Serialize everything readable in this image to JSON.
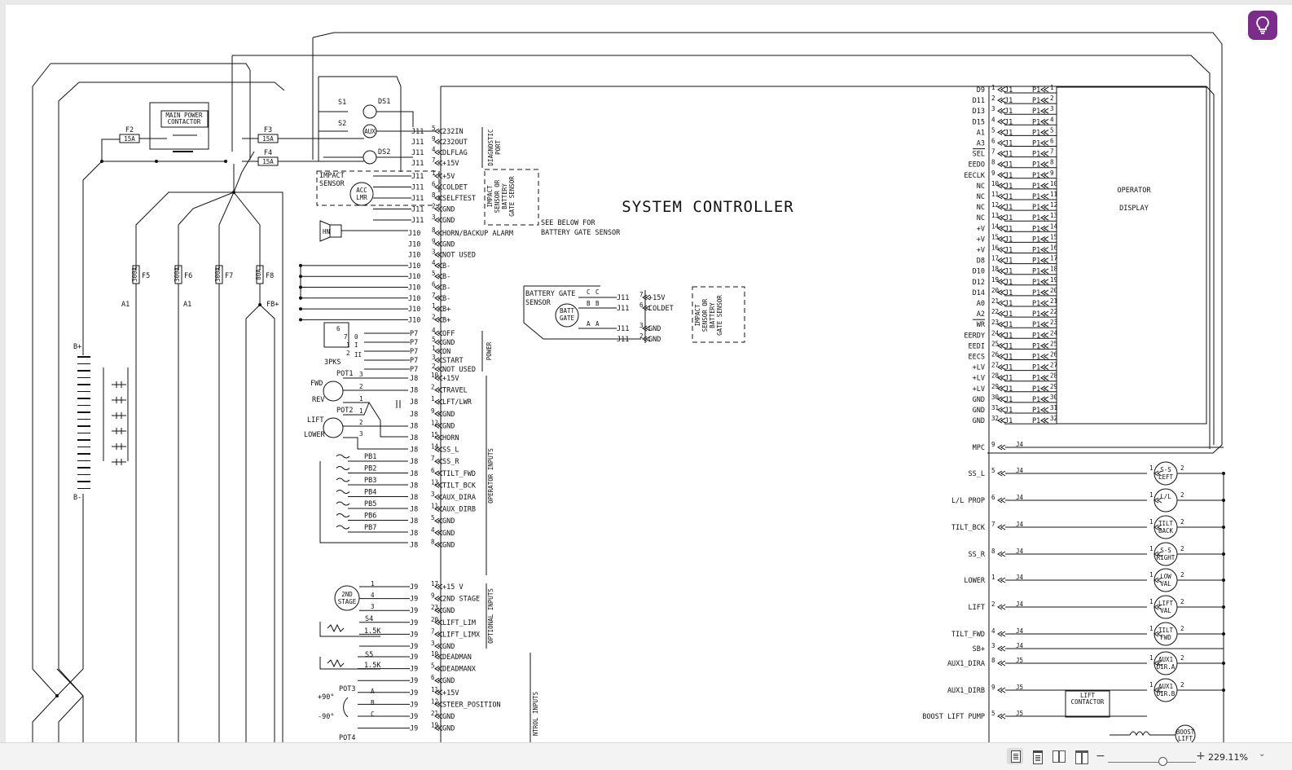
{
  "title": "SYSTEM CONTROLLER",
  "operator_display": {
    "line1": "OPERATOR",
    "line2": "DISPLAY"
  },
  "power_section": {
    "main_contactor": [
      "MAIN POWER",
      "CONTACTOR"
    ],
    "fuses": [
      {
        "id": "F2",
        "rating": "15A"
      },
      {
        "id": "F3",
        "rating": "15A"
      },
      {
        "id": "F4",
        "rating": "15A"
      },
      {
        "id": "F5",
        "rating": "300A"
      },
      {
        "id": "F6",
        "rating": "300A"
      },
      {
        "id": "F7",
        "rating": "300A"
      },
      {
        "id": "F8",
        "rating": "80A"
      }
    ],
    "labels": {
      "a1": "A1",
      "b_plus": "B+",
      "b_minus": "B-",
      "fb_plus": "FB+"
    }
  },
  "diagnostic": {
    "switches": [
      "S1",
      "S2"
    ],
    "lamps": [
      "DS1",
      "DS2"
    ],
    "aux": "AUX",
    "pins": [
      {
        "conn": "J11",
        "pin": "5",
        "signal": "232IN"
      },
      {
        "conn": "J11",
        "pin": "9",
        "signal": "232OUT"
      },
      {
        "conn": "J11",
        "pin": "4",
        "signal": "DLFLAG"
      },
      {
        "conn": "J11",
        "pin": "7",
        "signal": "+15V"
      }
    ],
    "group": [
      "DIAGNOSTIC",
      "PORT"
    ]
  },
  "impact": {
    "sensor_label": [
      "IMPACT",
      "SENSOR"
    ],
    "acc": [
      "ACC",
      "LMR"
    ],
    "pins": [
      {
        "conn": "J11",
        "pin": "1",
        "signal": "+5V"
      },
      {
        "conn": "J11",
        "pin": "6",
        "signal": "COLDET"
      },
      {
        "conn": "J11",
        "pin": "8",
        "signal": "SELFTEST"
      },
      {
        "conn": "J11",
        "pin": "2",
        "signal": "GND"
      },
      {
        "conn": "J11",
        "pin": "3",
        "signal": "GND"
      }
    ],
    "group": [
      "IMPACT",
      "SENSOR OR",
      "BATTERY",
      "GATE SENSOR"
    ],
    "see_below": [
      "SEE BELOW FOR",
      "BATTERY GATE SENSOR"
    ]
  },
  "horn_pins": [
    {
      "conn": "J10",
      "pin": "8",
      "signal": "HORN/BACKUP ALARM"
    },
    {
      "conn": "J10",
      "pin": "9",
      "signal": "GND"
    },
    {
      "conn": "J10",
      "pin": "3",
      "signal": "NOT USED"
    },
    {
      "conn": "J10",
      "pin": "4",
      "signal": "B-"
    },
    {
      "conn": "J10",
      "pin": "5",
      "signal": "B-"
    },
    {
      "conn": "J10",
      "pin": "6",
      "signal": "B-"
    },
    {
      "conn": "J10",
      "pin": "7",
      "signal": "B-"
    },
    {
      "conn": "J10",
      "pin": "1",
      "signal": "B+"
    },
    {
      "conn": "J10",
      "pin": "2",
      "signal": "B+"
    }
  ],
  "horn_label": "HN",
  "keyswitch": {
    "label": "3PKS",
    "positions": [
      "6",
      "7",
      "0",
      "1",
      "I",
      "2",
      "II"
    ],
    "pins": [
      {
        "conn": "P7",
        "pin": "4",
        "signal": "OFF"
      },
      {
        "conn": "P7",
        "pin": "5",
        "signal": "GND"
      },
      {
        "conn": "P7",
        "pin": "1",
        "signal": "ON"
      },
      {
        "conn": "P7",
        "pin": "3",
        "signal": "START"
      },
      {
        "conn": "P7",
        "pin": "2",
        "signal": "NOT USED"
      }
    ],
    "group": "POWER"
  },
  "battery_gate": {
    "label": [
      "BATTERY GATE",
      "SENSOR"
    ],
    "device": [
      "BATT",
      "GATE"
    ],
    "letters": [
      "C",
      "C",
      "B",
      "B",
      "A",
      "A"
    ],
    "pins": [
      {
        "conn": "J11",
        "pin": "7",
        "signal": "+15V"
      },
      {
        "conn": "J11",
        "pin": "6",
        "signal": "COLDET"
      },
      {
        "conn": "J11",
        "pin": "3",
        "signal": "GND"
      },
      {
        "conn": "J11",
        "pin": "2",
        "signal": "GND"
      }
    ],
    "group": [
      "IMPACT",
      "SENSOR OR",
      "BATTERY",
      "GATE SENSOR"
    ]
  },
  "operator_inputs": {
    "pots": [
      {
        "id": "POT1",
        "labels": [
          "FWD",
          "REV"
        ],
        "pins": [
          "3",
          "2",
          "1"
        ]
      },
      {
        "id": "POT2",
        "labels": [
          "LIFT",
          "LOWER"
        ],
        "pins": [
          "1",
          "2",
          "3"
        ]
      }
    ],
    "buttons": [
      "PB1",
      "PB2",
      "PB3",
      "PB4",
      "PB5",
      "PB6",
      "PB7"
    ],
    "pins": [
      {
        "conn": "J8",
        "pin": "10",
        "signal": "+15V"
      },
      {
        "conn": "J8",
        "pin": "2",
        "signal": "TRAVEL"
      },
      {
        "conn": "J8",
        "pin": "1",
        "signal": "LFT/LWR"
      },
      {
        "conn": "J8",
        "pin": "9",
        "signal": "GND"
      },
      {
        "conn": "J8",
        "pin": "12",
        "signal": "GND"
      },
      {
        "conn": "J8",
        "pin": "15",
        "signal": "HORN"
      },
      {
        "conn": "J8",
        "pin": "14",
        "signal": "SS_L"
      },
      {
        "conn": "J8",
        "pin": "7",
        "signal": "SS_R"
      },
      {
        "conn": "J8",
        "pin": "6",
        "signal": "TILT_FWD"
      },
      {
        "conn": "J8",
        "pin": "13",
        "signal": "TILT_BCK"
      },
      {
        "conn": "J8",
        "pin": "3",
        "signal": "AUX_DIRA"
      },
      {
        "conn": "J8",
        "pin": "11",
        "signal": "AUX_DIRB"
      },
      {
        "conn": "J8",
        "pin": "5",
        "signal": "GND"
      },
      {
        "conn": "J8",
        "pin": "4",
        "signal": "GND"
      },
      {
        "conn": "J8",
        "pin": "8",
        "signal": "GND"
      }
    ],
    "group": "OPERATOR INPUTS"
  },
  "optional_inputs": {
    "stage": [
      "2ND",
      "STAGE"
    ],
    "s4": {
      "id": "S4",
      "value": "1.5K"
    },
    "pins": [
      {
        "conn": "J9",
        "pin": "17",
        "signal": "+15 V"
      },
      {
        "conn": "J9",
        "pin": "9",
        "signal": "2ND STAGE"
      },
      {
        "conn": "J9",
        "pin": "23",
        "signal": "GND"
      },
      {
        "conn": "J9",
        "pin": "20",
        "signal": "LIFT_LIM"
      },
      {
        "conn": "J9",
        "pin": "7",
        "signal": "LIFT_LIMX"
      },
      {
        "conn": "J9",
        "pin": "3",
        "signal": "GND"
      }
    ],
    "group": "OPTIONAL INPUTS"
  },
  "control_inputs": {
    "s5": {
      "id": "S5",
      "value": "1.5K"
    },
    "pot3": {
      "id": "POT3",
      "angles": [
        "+90°",
        "-90°"
      ],
      "letters": [
        "A",
        "B",
        "C"
      ]
    },
    "pot4": "POT4",
    "pins": [
      {
        "conn": "J9",
        "pin": "10",
        "signal": "DEADMAN"
      },
      {
        "conn": "J9",
        "pin": "5",
        "signal": "DEADMANX"
      },
      {
        "conn": "J9",
        "pin": "6",
        "signal": "GND"
      },
      {
        "conn": "J9",
        "pin": "11",
        "signal": "+15V"
      },
      {
        "conn": "J9",
        "pin": "12",
        "signal": "STEER_POSITION"
      },
      {
        "conn": "J9",
        "pin": "21",
        "signal": "GND"
      },
      {
        "conn": "J9",
        "pin": "19",
        "signal": "GND"
      }
    ],
    "group": "NTROL INPUTS"
  },
  "display_pins": [
    "D9",
    "D11",
    "D13",
    "D15",
    "A1",
    "A3",
    "SEL",
    "EEDO",
    "EECLK",
    "NC",
    "NC",
    "NC",
    "NC",
    "+V",
    "+V",
    "+V",
    "D8",
    "D10",
    "D12",
    "D14",
    "A0",
    "A2",
    "WR",
    "EERDY",
    "EEDI",
    "EECS",
    "+LV",
    "+LV",
    "+LV",
    "GND",
    "GND",
    "GND"
  ],
  "display_conn": {
    "left": "J1",
    "right": "P1"
  },
  "outputs": [
    {
      "signal": "MPC",
      "conn": "J4",
      "pin": "9",
      "device": null
    },
    {
      "signal": "SS_L",
      "conn": "J4",
      "pin": "5",
      "device": [
        "S-S",
        "LEFT"
      ]
    },
    {
      "signal": "L/L PROP",
      "conn": "J4",
      "pin": "6",
      "device": [
        "L/L"
      ]
    },
    {
      "signal": "TILT_BCK",
      "conn": "J4",
      "pin": "7",
      "device": [
        "TILT",
        "BACK"
      ]
    },
    {
      "signal": "SS_R",
      "conn": "J4",
      "pin": "8",
      "device": [
        "S-S",
        "RIGHT"
      ]
    },
    {
      "signal": "LOWER",
      "conn": "J4",
      "pin": "1",
      "device": [
        "LOW",
        "VAL"
      ]
    },
    {
      "signal": "LIFT",
      "conn": "J4",
      "pin": "2",
      "device": [
        "LIFT",
        "VAL"
      ]
    },
    {
      "signal": "TILT_FWD",
      "conn": "J4",
      "pin": "4",
      "device": [
        "TILT",
        "FWD"
      ]
    },
    {
      "signal": "SB+",
      "conn": "J4",
      "pin": "3",
      "device": null
    },
    {
      "signal": "AUX1_DIRA",
      "conn": "J5",
      "pin": "8",
      "device": [
        "AUX1",
        "DIR.A"
      ]
    },
    {
      "signal": "AUX1_DIRB",
      "conn": "J5",
      "pin": "9",
      "device": [
        "AUX1",
        "DIR.B"
      ]
    },
    {
      "signal": "BOOST LIFT PUMP",
      "conn": "J5",
      "pin": "5",
      "device": null
    }
  ],
  "lift_contactor": [
    "LIFT",
    "CONTACTOR"
  ],
  "boost_lift": [
    "BOOST",
    "LIFT"
  ],
  "statusbar": {
    "zoom": "229.11%",
    "minus": "−",
    "plus": "+",
    "dropdown": "⌄"
  }
}
